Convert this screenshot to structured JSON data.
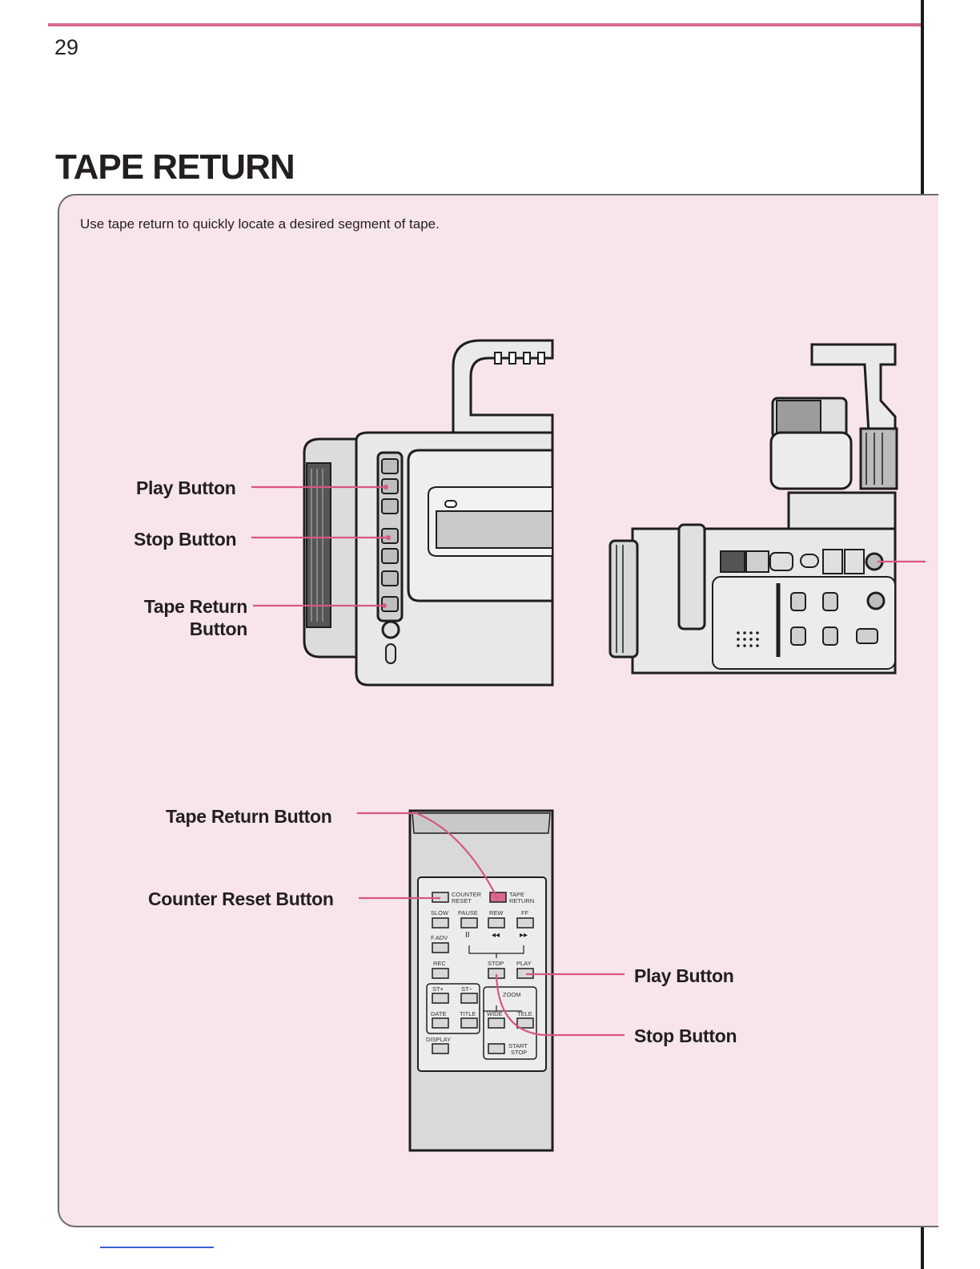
{
  "page": {
    "number": "29",
    "title": "TAPE RETURN",
    "intro": "Use tape return to quickly locate a desired segment of tape."
  },
  "camera_callouts": {
    "play": "Play Button",
    "stop": "Stop Button",
    "tape_return_line1": "Tape Return",
    "tape_return_line2": "Button"
  },
  "remote_callouts": {
    "tape_return": "Tape Return Button",
    "counter_reset": "Counter Reset Button",
    "play": "Play Button",
    "stop": "Stop Button"
  },
  "remote_labels": {
    "counter_reset_1": "COUNTER",
    "counter_reset_2": "RESET",
    "tape_return_1": "TAPE",
    "tape_return_2": "RETURN",
    "slow": "SLOW",
    "pause": "PAUSE",
    "rew": "REW",
    "ff": "FF",
    "fadv": "F.ADV",
    "rec": "REC",
    "stop": "STOP",
    "play": "PLAY",
    "st_plus": "ST+",
    "st_minus": "ST−",
    "zoom": "ZOOM",
    "date": "DATE",
    "title": "TITLE",
    "wide": "WIDE",
    "tele": "TELE",
    "display": "DISPLAY",
    "start_1": "START",
    "start_2": "STOP"
  },
  "colors": {
    "accent": "#d8577f",
    "panel_background": "#f8e5ec",
    "text": "#231f20"
  }
}
